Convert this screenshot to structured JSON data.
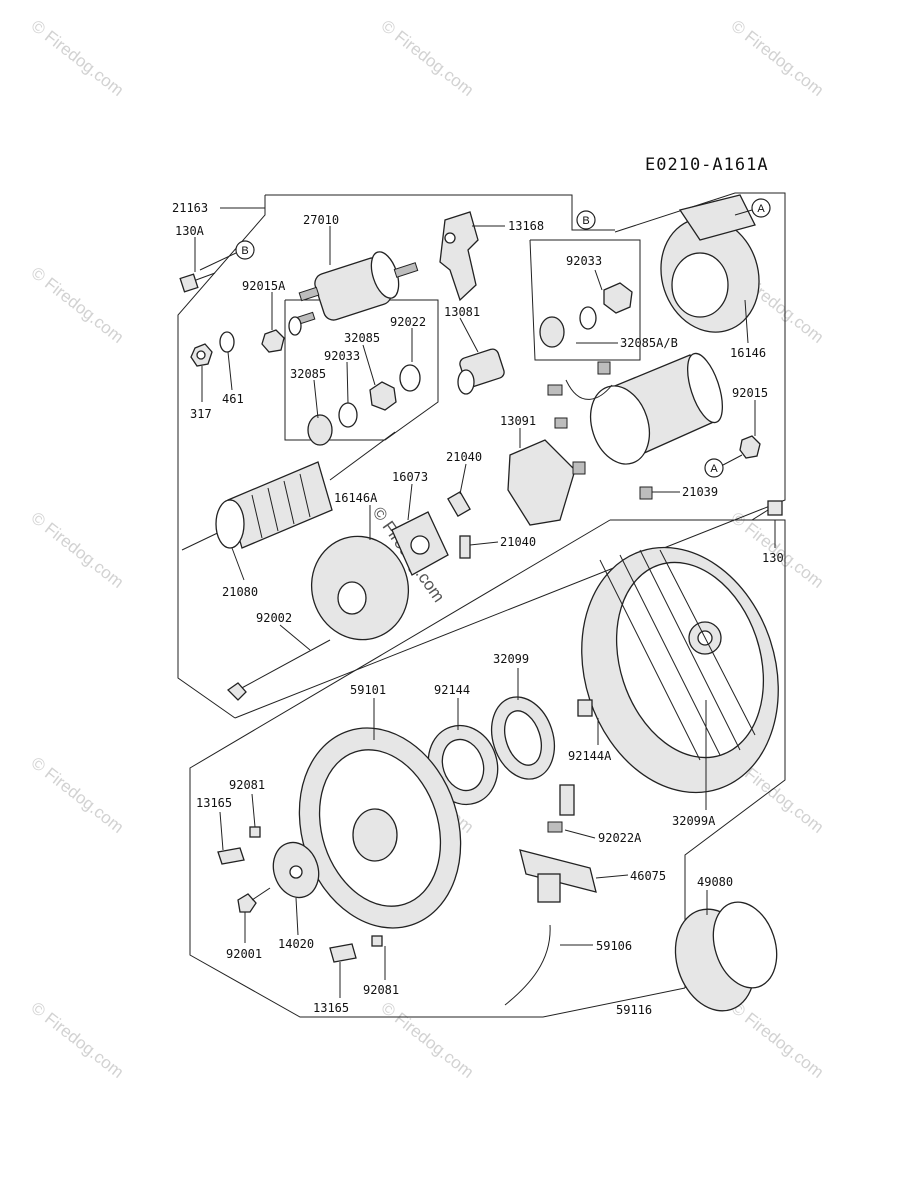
{
  "diagram_code": "E0210-A161A",
  "watermark": {
    "text": "Firedog.com",
    "symbol": "©"
  },
  "center_watermark": "© Firedog.com",
  "callout_letters": {
    "a": "A",
    "b": "B"
  },
  "parts": {
    "p21163": "21163",
    "p130a": "130A",
    "p27010": "27010",
    "p13168": "13168",
    "p92015a": "92015A",
    "p92022": "92022",
    "p13081": "13081",
    "p32085": "32085",
    "p92033_left": "92033",
    "p32085_b": "32085",
    "p317": "317",
    "p461": "461",
    "p92033_right": "92033",
    "p32085ab": "32085A/B",
    "p16146": "16146",
    "p92015": "92015",
    "p13091": "13091",
    "p21040_a": "21040",
    "p21040_b": "21040",
    "p16073": "16073",
    "p16146a": "16146A",
    "p21039": "21039",
    "p21080": "21080",
    "p92002": "92002",
    "p130": "130",
    "p32099": "32099",
    "p59101": "59101",
    "p92144": "92144",
    "p92144a": "92144A",
    "p92081_a": "92081",
    "p13165_a": "13165",
    "p32099a": "32099A",
    "p92022a": "92022A",
    "p46075": "46075",
    "p49080": "49080",
    "p92001": "92001",
    "p14020": "14020",
    "p59106": "59106",
    "p92081_b": "92081",
    "p13165_b": "13165",
    "p59116": "59116"
  }
}
